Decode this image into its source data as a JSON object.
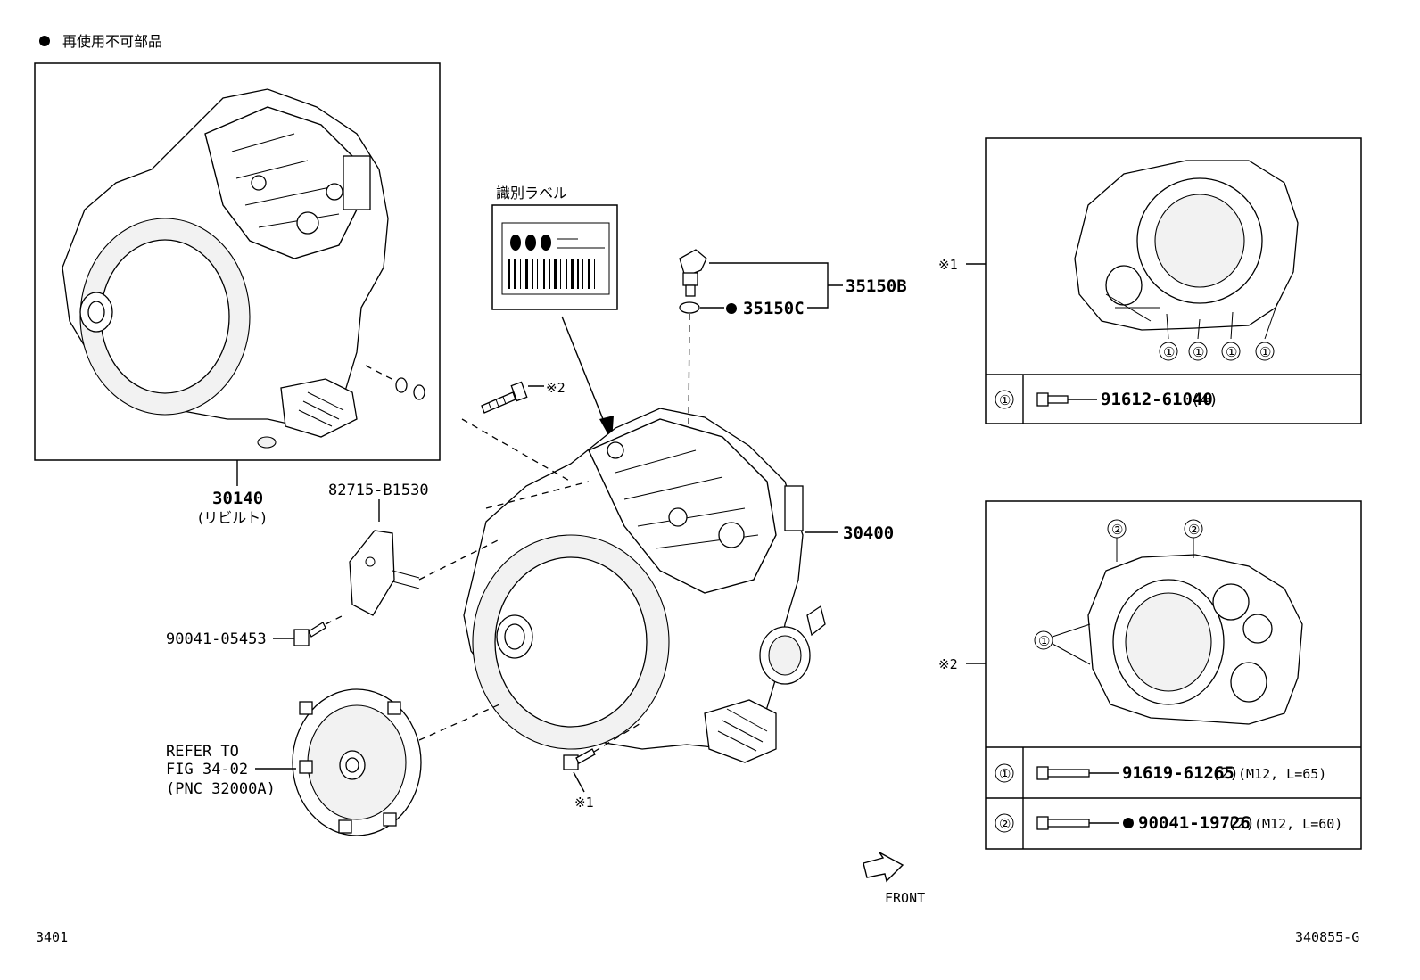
{
  "legend": {
    "text": "再使用不可部品"
  },
  "parts": {
    "assembly": {
      "number": "30400"
    },
    "rebuilt": {
      "number": "30140",
      "note": "(リビルト)"
    },
    "bracket": {
      "number": "82715-B1530"
    },
    "bolt_bracket": {
      "number": "90041-05453"
    },
    "label_title": "識別ラベル",
    "plug": {
      "number": "35150B"
    },
    "plug_gasket": {
      "number": "35150C"
    },
    "converter_ref": {
      "line1": "REFER TO",
      "line2": "FIG 34-02",
      "line3": "(PNC 32000A)"
    },
    "note1_marker": "※1",
    "note2_marker": "※2"
  },
  "inset1": {
    "marker": "※1",
    "callout": "①",
    "rows": [
      {
        "num": "①",
        "part": "91612-61040",
        "qty": "(4)",
        "spec": ""
      }
    ]
  },
  "inset2": {
    "marker": "※2",
    "callout1": "①",
    "callout2": "②",
    "rows": [
      {
        "num": "①",
        "part": "91619-61265",
        "qty": "(2)",
        "spec": "(M12, L=65)"
      },
      {
        "num": "②",
        "part": "90041-19726",
        "qty": "(2)",
        "spec": "(M12, L=60)"
      }
    ]
  },
  "front_label": "FRONT",
  "footer": {
    "page": "3401",
    "figure_id": "340855-G"
  },
  "icons": {
    "non_reusable": "filled-circle-icon",
    "front": "front-arrow-icon"
  }
}
